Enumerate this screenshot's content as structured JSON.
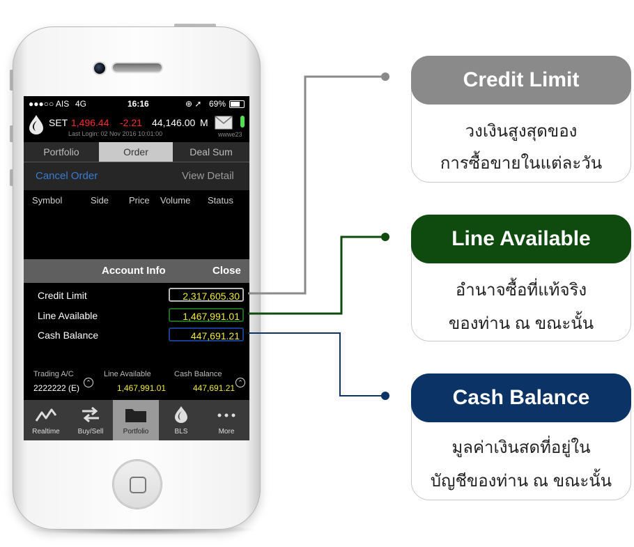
{
  "status_bar": {
    "carrier": "●●●○○ AIS",
    "network": "4G",
    "time": "16:16",
    "icons": "⊕ ➚",
    "battery": "69%"
  },
  "header": {
    "index_name": "SET",
    "index_value": "1,496.44",
    "index_change": "-2.21",
    "value": "44,146.00",
    "unit": "M",
    "last_login": "Last Login: 02 Nov 2016 10:01:00",
    "user": "wwwe23",
    "icons": [
      "logo-drop-icon",
      "mail-icon",
      "battery-indicator-icon"
    ]
  },
  "tabs": [
    {
      "label": "Portfolio",
      "active": false
    },
    {
      "label": "Order",
      "active": true
    },
    {
      "label": "Deal Sum",
      "active": false
    }
  ],
  "toolbar": {
    "cancel_order": "Cancel Order",
    "view_detail": "View Detail"
  },
  "order_table": {
    "columns": [
      "Symbol",
      "Side",
      "Price",
      "Volume",
      "Status"
    ]
  },
  "account_info": {
    "title": "Account Info",
    "close": "Close",
    "rows": [
      {
        "label": "Credit Limit",
        "value": "2,317,605.30",
        "border_color": "#b8b8b8"
      },
      {
        "label": "Line Available",
        "value": "1,467,991.01",
        "border_color": "#1f6b1f"
      },
      {
        "label": "Cash Balance",
        "value": "447,691.21",
        "border_color": "#1b3f8f"
      }
    ]
  },
  "summary": {
    "trading_ac_label": "Trading A/C",
    "trading_ac_value": "2222222 (E)",
    "line_available_label": "Line Available",
    "line_available_value": "1,467,991.01",
    "cash_balance_label": "Cash Balance",
    "cash_balance_value": "447,691.21"
  },
  "bottom_nav": [
    {
      "label": "Realtime",
      "icon": "chart-line-icon",
      "active": false
    },
    {
      "label": "Buy/Sell",
      "icon": "swap-arrows-icon",
      "active": false
    },
    {
      "label": "Portfolio",
      "icon": "folder-icon",
      "active": true
    },
    {
      "label": "BLS",
      "icon": "logo-drop-icon",
      "active": false
    },
    {
      "label": "More",
      "icon": "more-dots-icon",
      "active": false
    }
  ],
  "callouts": [
    {
      "title": "Credit  Limit",
      "line1": "วงเงินสูงสุดของ",
      "line2": "การซื้อขายในแต่ละวัน",
      "color": "#8a8a8a"
    },
    {
      "title": "Line Available",
      "line1": "อำนาจซื้อที่แท้จริง",
      "line2": "ของท่าน ณ ขณะนั้น",
      "color": "#0f4a0f"
    },
    {
      "title": "Cash Balance",
      "line1": "มูลค่าเงินสดที่อยู่ใน",
      "line2": "บัญชีของท่าน ณ ขณะนั้น",
      "color": "#0b3366"
    }
  ],
  "colors": {
    "accent_yellow": "#f2ea3a",
    "negative_red": "#ff2a2a",
    "link_blue": "#3a7bd5"
  }
}
